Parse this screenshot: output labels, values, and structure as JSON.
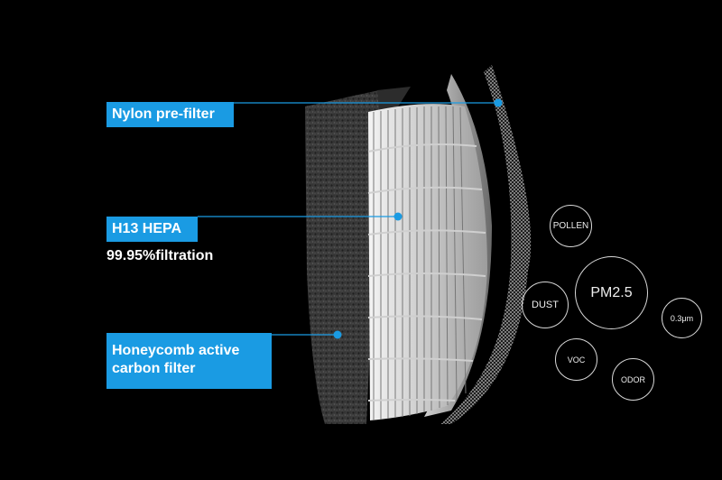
{
  "labels": {
    "nylon": "Nylon pre-filter",
    "hepa": "H13 HEPA",
    "hepa_sub": "99.95%filtration",
    "honey_line1": "Honeycomb active",
    "honey_line2": "carbon filter"
  },
  "particles": {
    "pollen": "POLLEN",
    "pm25": "PM2.5",
    "dust": "DUST",
    "p03": "0.3μm",
    "voc": "VOC",
    "odor": "ODOR"
  },
  "colors": {
    "accent": "#1a9be3",
    "background": "#000000"
  }
}
